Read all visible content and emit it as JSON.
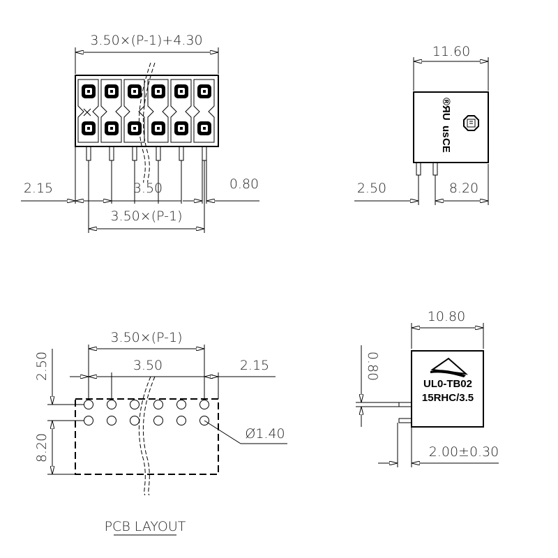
{
  "front_view": {
    "overall_width": "3.50×(P-1)+4.30",
    "edge_offset": "2.15",
    "pitch": "3.50",
    "pin_width": "0.80",
    "pin_span": "3.50×(P-1)",
    "positions": 6
  },
  "side_view": {
    "depth": "11.60",
    "pin_offset": "2.50",
    "pin_to_back": "8.20"
  },
  "pcb_layout": {
    "title": "PCB LAYOUT",
    "hole_span": "3.50×(P-1)",
    "pitch": "3.50",
    "edge_offset": "2.15",
    "row_offset": "2.50",
    "outline_depth": "8.20",
    "hole_diameter": "Ø1.40"
  },
  "rear_view": {
    "width": "10.80",
    "pin_width": "0.80",
    "pin_length": "2.00±0.30",
    "marking_line1": "UL0-TB02",
    "marking_line2": "15RHC/3.5"
  }
}
